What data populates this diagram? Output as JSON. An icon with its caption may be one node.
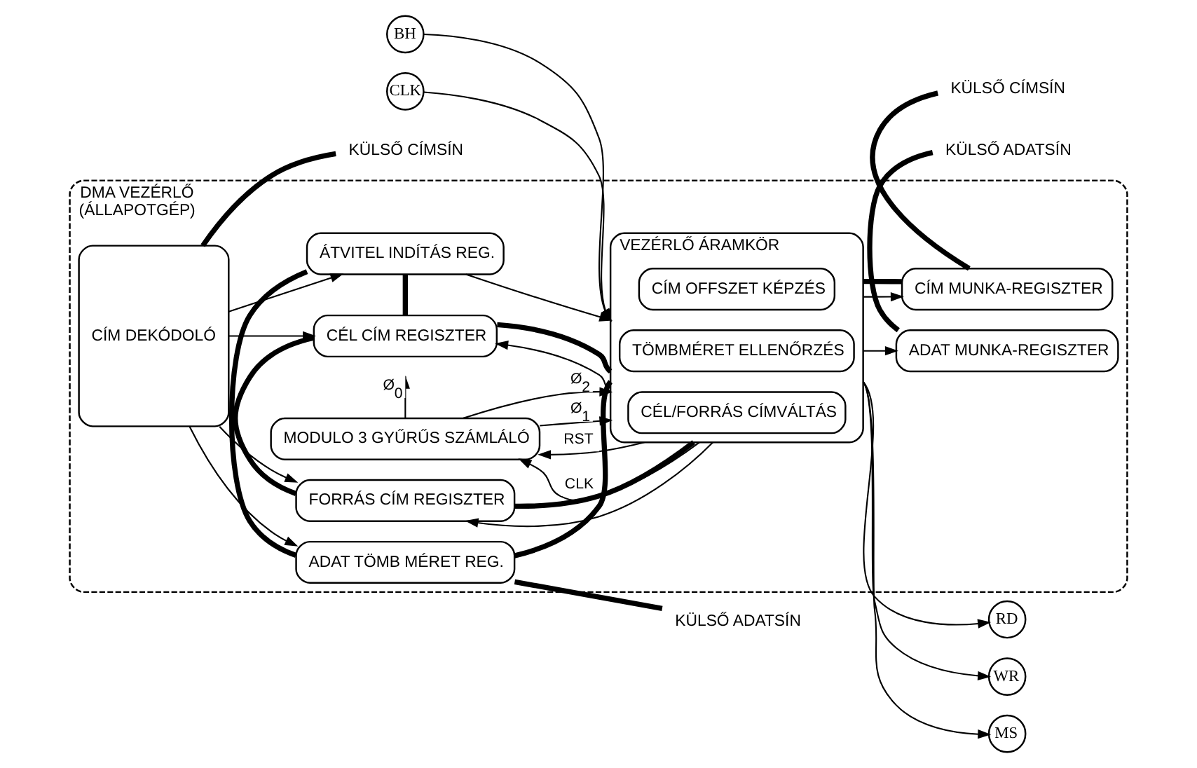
{
  "diagram": {
    "nodes": [
      {
        "text": [
          "DMA VEZÉRLŐ",
          "(ÁLLAPOTGÉP)"
        ]
      },
      {
        "text": [
          "MODULO 3 GYŰRŰS SZÁMLÁLÓ"
        ],
        "in": 0
      },
      {
        "text": [
          "CÍM DEKÓDOLÓ"
        ],
        "in": 0
      },
      {
        "text": [
          "FORRÁS CÍM REGISZTER"
        ],
        "in": 0
      },
      {
        "text": [
          "CÉL CÍM REGISZTER"
        ],
        "in": 0
      },
      {
        "text": [
          "ÁTVITEL INDÍTÁS REG."
        ],
        "in": 0
      },
      {
        "text": [
          "ADAT TÖMB MÉRET REG."
        ],
        "in": 0
      },
      {
        "text": [
          "VEZÉRLŐ ÁRAMKÖR"
        ],
        "in": 0
      },
      {
        "text": [
          "CÉL/FORRÁS CÍMVÁLTÁS"
        ],
        "in": 7
      },
      {
        "text": [
          "CÍM OFFSZET KÉPZÉS"
        ],
        "in": 7
      },
      {
        "text": [
          "TÖMBMÉRET ELLENŐRZÉS"
        ],
        "in": 7
      },
      {
        "text": [
          "CÍM MUNKA-REGISZTER"
        ],
        "in": 0
      },
      {
        "text": [
          "ADAT MUNKA-REGISZTER"
        ],
        "in": 0
      },
      {
        "text": [
          "CLK"
        ]
      },
      {
        "text": [
          "BH"
        ]
      },
      {
        "text": [
          "RD"
        ]
      },
      {
        "text": [
          "WR"
        ]
      },
      {
        "text": [
          "MS"
        ]
      },
      {
        "text": [
          "KÜLSŐ CÍMSÍN"
        ]
      },
      {
        "text": [
          "KÜLSŐ ADATSÍN"
        ]
      },
      {
        "text": [
          "KÜLSŐ CÍMSÍN"
        ]
      },
      {
        "text": [
          "KÜLSŐ ADATSÍN"
        ]
      }
    ],
    "edges": [
      {
        "from": 1,
        "to": null,
        "arrow": "to",
        "label": "Ø$_{0}$"
      },
      {
        "from": 1,
        "to": 7,
        "arrow": "to",
        "label": "Ø$_{1}$"
      },
      {
        "from": 1,
        "to": 7,
        "arrow": "to",
        "label": "Ø$_{2}$"
      },
      {
        "from": 7,
        "to": 1,
        "arrow": "to",
        "label": "CLK"
      },
      {
        "from": 7,
        "to": 1,
        "arrow": "to",
        "label": "RST"
      },
      {
        "from": 2,
        "to": 3,
        "arrow": "to"
      },
      {
        "from": 2,
        "to": 4,
        "arrow": "to"
      },
      {
        "from": 2,
        "to": 5,
        "arrow": "to"
      },
      {
        "from": 2,
        "to": 6,
        "arrow": "to"
      },
      {
        "from": 7,
        "to": 3,
        "arrow": "to"
      },
      {
        "from": 7,
        "to": 4,
        "arrow": "to"
      },
      {
        "from": 5,
        "to": 7,
        "arrow": "to"
      },
      {
        "from": 3,
        "to": 7,
        "arrow": "none",
        "style": "thick"
      },
      {
        "from": 4,
        "to": 7,
        "arrow": "none",
        "style": "thick"
      },
      {
        "from": 6,
        "to": 7,
        "arrow": "none",
        "style": "thick"
      },
      {
        "from": 3,
        "to": 4,
        "arrow": "none",
        "style": "thick"
      },
      {
        "from": 4,
        "to": 5,
        "arrow": "none",
        "style": "thick"
      },
      {
        "from": 5,
        "to": 6,
        "arrow": "none",
        "style": "thick"
      },
      {
        "from": 7,
        "to": 11,
        "arrow": "to"
      },
      {
        "from": 7,
        "to": 11,
        "arrow": "none",
        "style": "thick"
      },
      {
        "from": 7,
        "to": 17,
        "arrow": "to"
      },
      {
        "from": 7,
        "to": 12,
        "arrow": "to"
      },
      {
        "from": 13,
        "to": 7,
        "arrow": "to"
      },
      {
        "from": 14,
        "to": 7,
        "arrow": "to"
      },
      {
        "from": 7,
        "to": 15,
        "arrow": "to"
      },
      {
        "from": 7,
        "to": 16,
        "arrow": "to"
      },
      {
        "from": 2,
        "to": 18,
        "arrow": "none",
        "style": "thick"
      },
      {
        "from": 6,
        "to": 19,
        "arrow": "none",
        "style": "thick"
      },
      {
        "from": 11,
        "to": 20,
        "arrow": "none",
        "style": "thick"
      },
      {
        "from": 12,
        "to": 21,
        "arrow": "none",
        "style": "thick"
      }
    ]
  }
}
